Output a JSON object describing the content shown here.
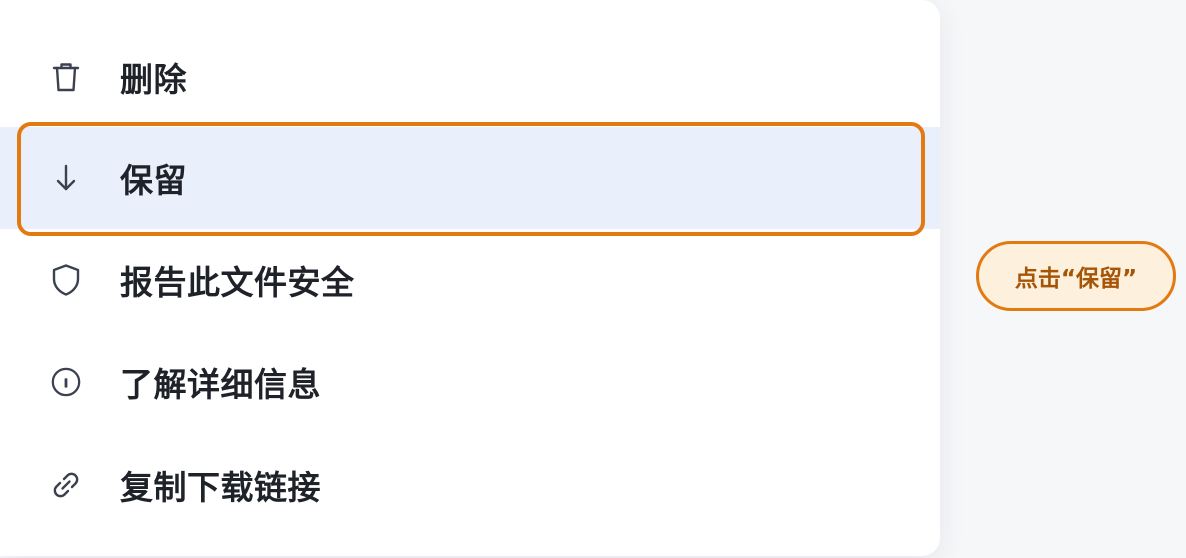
{
  "menu": {
    "items": [
      {
        "label": "删除",
        "icon": "trash-icon"
      },
      {
        "label": "保留",
        "icon": "arrow-down-icon",
        "state": "hovered"
      },
      {
        "label": "报告此文件安全",
        "icon": "shield-icon"
      },
      {
        "label": "了解详细信息",
        "icon": "info-icon"
      },
      {
        "label": "复制下载链接",
        "icon": "link-icon"
      }
    ]
  },
  "annotation": {
    "callout_text": "点击“保留”"
  },
  "colors": {
    "highlight_bg": "#e9f0fb",
    "focus_ring": "#e27a12",
    "callout_bg": "#fdf0dc",
    "callout_text": "#a65406",
    "label_text": "#1f2329",
    "icon": "#3b4150"
  }
}
